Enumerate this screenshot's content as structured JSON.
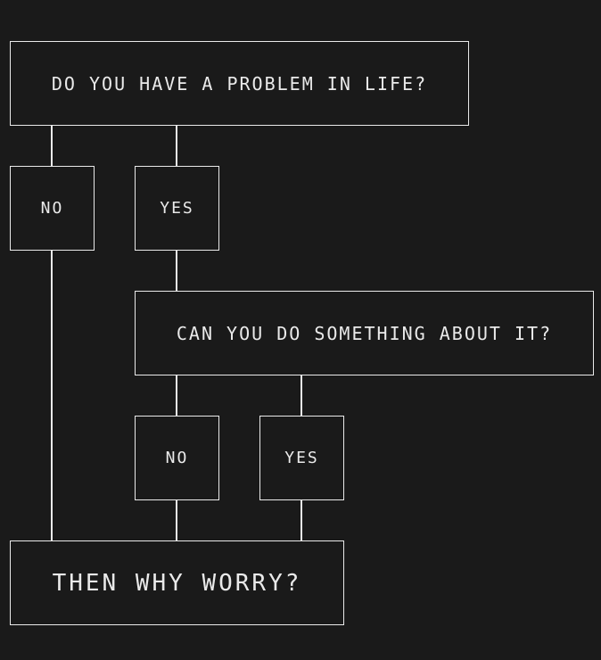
{
  "flowchart": {
    "q1": "DO YOU HAVE A PROBLEM IN LIFE?",
    "q1_no": "NO",
    "q1_yes": "YES",
    "q2": "CAN YOU DO SOMETHING ABOUT IT?",
    "q2_no": "NO",
    "q2_yes": "YES",
    "final": "THEN WHY WORRY?"
  },
  "colors": {
    "background": "#1a1a1a",
    "foreground": "#eaeaea"
  }
}
